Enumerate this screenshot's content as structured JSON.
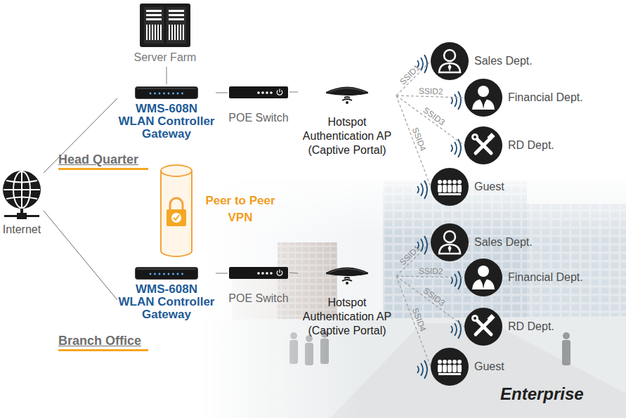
{
  "diagram": {
    "nodes": [
      {
        "text": [
          "Server Farm"
        ]
      },
      {
        "text": [
          "WMS-608N WLAN Controller Gateway"
        ]
      },
      {
        "text": [
          "POE Switch"
        ]
      },
      {
        "text": [
          "Hotspot Authentication AP (Captive Portal)"
        ]
      },
      {
        "text": [
          "Sales Dept."
        ]
      },
      {
        "text": [
          "Financial Dept."
        ]
      },
      {
        "text": [
          "RD Dept."
        ]
      },
      {
        "text": [
          "Guest"
        ]
      },
      {
        "text": [
          "Internet"
        ]
      },
      {
        "text": [
          "Peer to Peer VPN"
        ]
      },
      {
        "text": [
          "WMS-608N WLAN Controller Gateway"
        ]
      },
      {
        "text": [
          "POE Switch"
        ]
      },
      {
        "text": [
          "Hotspot Authentication AP (Captive Portal)"
        ]
      },
      {
        "text": [
          "Sales Dept."
        ]
      },
      {
        "text": [
          "Financial Dept."
        ]
      },
      {
        "text": [
          "RD Dept."
        ]
      },
      {
        "text": [
          "Guest"
        ]
      }
    ],
    "edges": [
      {
        "from": 0,
        "to": 1,
        "arrow": "none"
      },
      {
        "from": 1,
        "to": 2,
        "arrow": "none"
      },
      {
        "from": 2,
        "to": 3,
        "arrow": "none"
      },
      {
        "from": 3,
        "to": 4,
        "label": "SSID1",
        "arrow": "none"
      },
      {
        "from": 3,
        "to": 5,
        "label": "SSID2",
        "arrow": "none"
      },
      {
        "from": 3,
        "to": 6,
        "label": "SSID3",
        "arrow": "none"
      },
      {
        "from": 3,
        "to": 7,
        "label": "SSID4",
        "arrow": "none"
      },
      {
        "from": 8,
        "to": 1,
        "arrow": "none"
      },
      {
        "from": 8,
        "to": 10,
        "arrow": "none"
      },
      {
        "from": 10,
        "to": 11,
        "arrow": "none"
      },
      {
        "from": 11,
        "to": 12,
        "arrow": "none"
      },
      {
        "from": 12,
        "to": 13,
        "label": "SSID1",
        "arrow": "none"
      },
      {
        "from": 12,
        "to": 14,
        "label": "SSID2",
        "arrow": "none"
      },
      {
        "from": 12,
        "to": 15,
        "label": "SSID3",
        "arrow": "none"
      },
      {
        "from": 12,
        "to": 16,
        "label": "SSID4",
        "arrow": "none"
      }
    ],
    "labels": [
      "Head Quarter",
      "Branch Office",
      "Enterprise"
    ]
  }
}
